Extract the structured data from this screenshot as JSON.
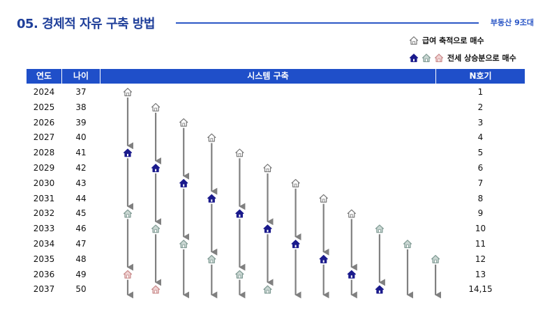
{
  "header": {
    "title": "05. 경제적 자유 구축 방법",
    "brand": "부동산 9조대"
  },
  "legend": [
    {
      "label": "급여 축적으로 매수",
      "icons": [
        "outline"
      ]
    },
    {
      "label": "전세 상승분으로 매수",
      "icons": [
        "navy",
        "gray",
        "rose"
      ]
    }
  ],
  "table": {
    "headers": [
      "연도",
      "나이",
      "시스템 구축",
      "N호기"
    ],
    "rows": [
      {
        "year": "2024",
        "age": "37",
        "n": "1"
      },
      {
        "year": "2025",
        "age": "38",
        "n": "2"
      },
      {
        "year": "2026",
        "age": "39",
        "n": "3"
      },
      {
        "year": "2027",
        "age": "40",
        "n": "4"
      },
      {
        "year": "2028",
        "age": "41",
        "n": "5"
      },
      {
        "year": "2029",
        "age": "42",
        "n": "6"
      },
      {
        "year": "2030",
        "age": "43",
        "n": "7"
      },
      {
        "year": "2031",
        "age": "44",
        "n": "8"
      },
      {
        "year": "2032",
        "age": "45",
        "n": "9"
      },
      {
        "year": "2033",
        "age": "46",
        "n": "10"
      },
      {
        "year": "2034",
        "age": "47",
        "n": "11"
      },
      {
        "year": "2035",
        "age": "48",
        "n": "12"
      },
      {
        "year": "2036",
        "age": "49",
        "n": "13"
      },
      {
        "year": "2037",
        "age": "50",
        "n": "14,15"
      }
    ]
  },
  "colors": {
    "header_blue": "#1f4fc9",
    "title_blue": "#1f3f9a",
    "navy": "#1a1a8c",
    "gray_house": "#7f9a93",
    "rose_house": "#c98a8a",
    "outline_house": "#777777",
    "arrow": "#808080"
  },
  "system": {
    "columns": [
      {
        "start": 0,
        "houses": [
          [
            0,
            "outline"
          ],
          [
            4,
            "navy"
          ],
          [
            8,
            "gray"
          ],
          [
            12,
            "rose"
          ]
        ]
      },
      {
        "start": 1,
        "houses": [
          [
            1,
            "outline"
          ],
          [
            5,
            "navy"
          ],
          [
            9,
            "gray"
          ],
          [
            13,
            "rose"
          ]
        ]
      },
      {
        "start": 2,
        "houses": [
          [
            2,
            "outline"
          ],
          [
            6,
            "navy"
          ],
          [
            10,
            "gray"
          ]
        ]
      },
      {
        "start": 3,
        "houses": [
          [
            3,
            "outline"
          ],
          [
            7,
            "navy"
          ],
          [
            11,
            "gray"
          ]
        ]
      },
      {
        "start": 4,
        "houses": [
          [
            4,
            "outline"
          ],
          [
            8,
            "navy"
          ],
          [
            12,
            "gray"
          ]
        ]
      },
      {
        "start": 5,
        "houses": [
          [
            5,
            "outline"
          ],
          [
            9,
            "navy"
          ],
          [
            13,
            "gray"
          ]
        ]
      },
      {
        "start": 6,
        "houses": [
          [
            6,
            "outline"
          ],
          [
            10,
            "navy"
          ]
        ]
      },
      {
        "start": 7,
        "houses": [
          [
            7,
            "outline"
          ],
          [
            11,
            "navy"
          ]
        ]
      },
      {
        "start": 8,
        "houses": [
          [
            8,
            "outline"
          ],
          [
            12,
            "navy"
          ]
        ]
      },
      {
        "start": 9,
        "houses": [
          [
            9,
            "gray"
          ],
          [
            13,
            "navy"
          ]
        ]
      },
      {
        "start": 10,
        "houses": [
          [
            10,
            "gray"
          ]
        ]
      },
      {
        "start": 11,
        "houses": [
          [
            11,
            "gray"
          ]
        ]
      }
    ]
  }
}
